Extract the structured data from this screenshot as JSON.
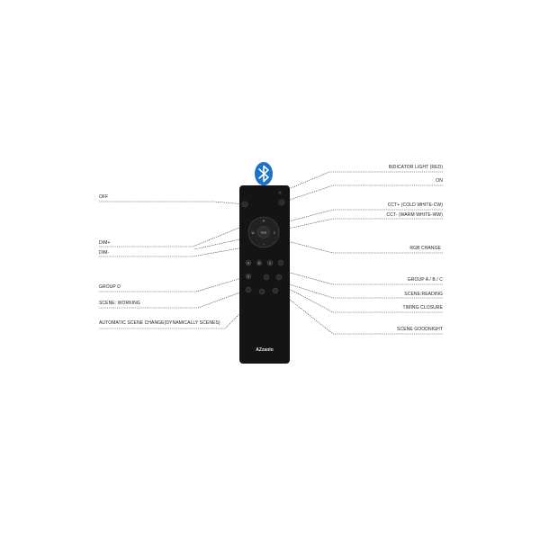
{
  "labels": {
    "indicator_light": "INDICATOR LIGHT (RED)",
    "on": "ON",
    "off": "OFF",
    "cct_plus": "CCT+ (COLD WHITE-CW)",
    "cct_minus": "CCT- (WARM WHITE-WW)",
    "dim_plus": "DIM+",
    "dim_minus": "DIM-",
    "rgb_change": "RGB CHANGE",
    "group_abc": "GROUP A / B / C",
    "group_d": "GROUP D",
    "scene_reading": "SCENE:READING",
    "scene_working": "SCENE: WORKING",
    "timing_closure": "TIMING CLOSURE",
    "auto_scene": "AUTOMATIC SCENE CHANGE(DYNAMICALLY SCENES)",
    "scene_goodnight": "SCENE GOODNIGHT"
  },
  "remote": {
    "brand": "AZzanlo",
    "buttons": {
      "group_a": "A",
      "group_b": "B",
      "group_c": "C",
      "group_d": "D",
      "nav_top": "+",
      "nav_bottom": "-",
      "nav_left": "W",
      "nav_right": "C",
      "nav_center": "RGB"
    }
  },
  "icons": {
    "bluetooth": "bluetooth-icon"
  },
  "colors": {
    "remote_body": "#141414",
    "bluetooth_blue": "#1a73c9",
    "leader_line": "#333333"
  }
}
